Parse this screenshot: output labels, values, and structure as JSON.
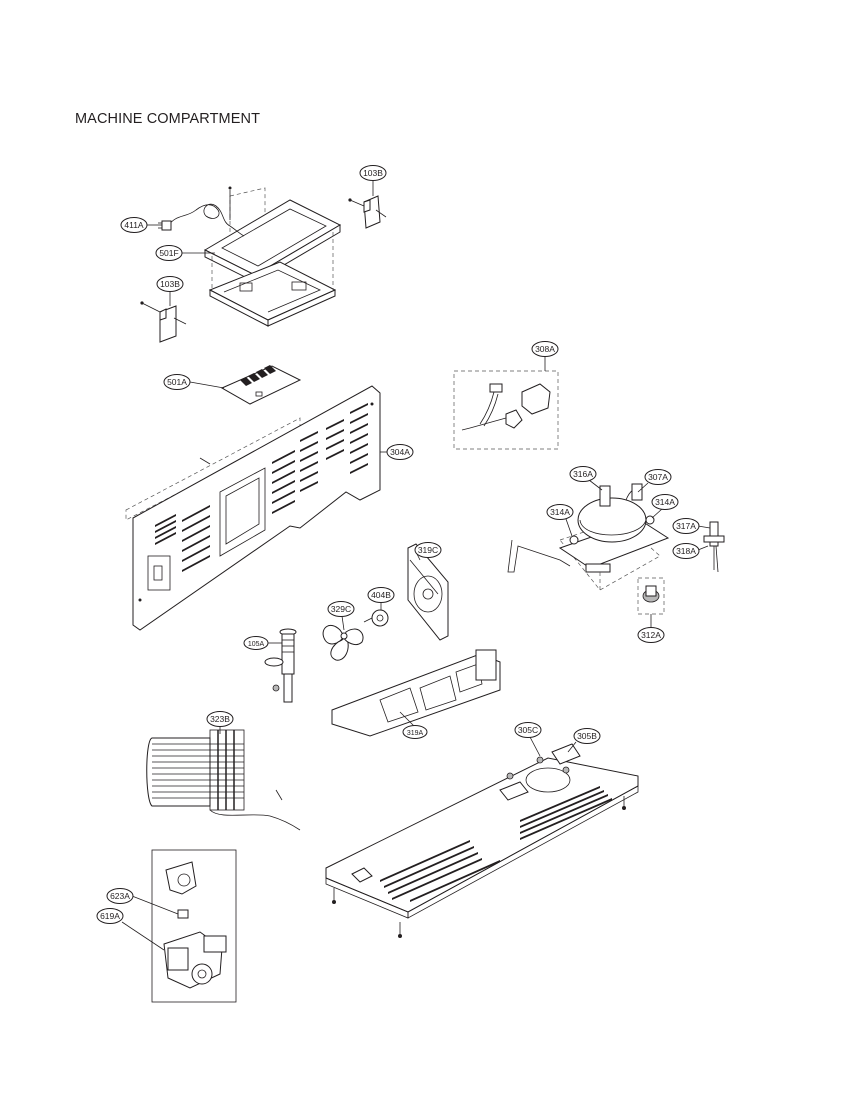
{
  "page": {
    "title": "MACHINE COMPARTMENT"
  },
  "callouts": [
    {
      "id": "411A",
      "label": "411A"
    },
    {
      "id": "103B-top",
      "label": "103B"
    },
    {
      "id": "501F",
      "label": "501F"
    },
    {
      "id": "103B-left",
      "label": "103B"
    },
    {
      "id": "501A",
      "label": "501A"
    },
    {
      "id": "308A",
      "label": "308A"
    },
    {
      "id": "304A",
      "label": "304A"
    },
    {
      "id": "316A",
      "label": "316A"
    },
    {
      "id": "307A",
      "label": "307A"
    },
    {
      "id": "314A-left",
      "label": "314A"
    },
    {
      "id": "314A-right",
      "label": "314A"
    },
    {
      "id": "317A",
      "label": "317A"
    },
    {
      "id": "318A",
      "label": "318A"
    },
    {
      "id": "319C",
      "label": "319C"
    },
    {
      "id": "404B",
      "label": "404B"
    },
    {
      "id": "329C",
      "label": "329C"
    },
    {
      "id": "312A",
      "label": "312A"
    },
    {
      "id": "105A",
      "label": "105A"
    },
    {
      "id": "319A",
      "label": "319A"
    },
    {
      "id": "323B",
      "label": "323B"
    },
    {
      "id": "305C",
      "label": "305C"
    },
    {
      "id": "305B",
      "label": "305B"
    },
    {
      "id": "623A",
      "label": "623A"
    },
    {
      "id": "619A",
      "label": "619A"
    }
  ]
}
